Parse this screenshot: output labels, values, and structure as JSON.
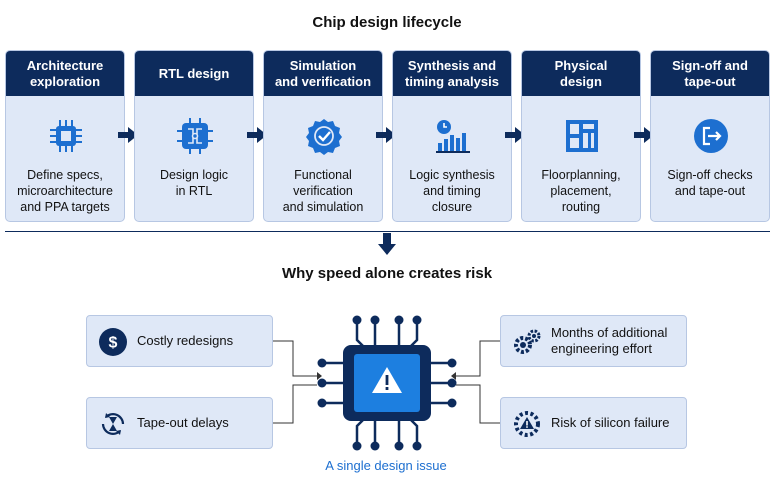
{
  "title": "Chip design lifecycle",
  "stages": [
    {
      "label": "Architecture\nexploration",
      "desc": "Define specs,\nmicroarchitecture\nand PPA targets",
      "icon": "chip-icon"
    },
    {
      "label": "RTL design",
      "desc": "Design logic\nin RTL",
      "icon": "circuit-chip-icon"
    },
    {
      "label": "Simulation\nand verification",
      "desc": "Functional\nverification\nand simulation",
      "icon": "check-badge-icon"
    },
    {
      "label": "Synthesis and\ntiming analysis",
      "desc": "Logic synthesis\nand timing\nclosure",
      "icon": "clock-bar-chart-icon"
    },
    {
      "label": "Physical\ndesign",
      "desc": "Floorplanning,\nplacement,\nrouting",
      "icon": "floorplan-icon"
    },
    {
      "label": "Sign-off and\ntape-out",
      "desc": "Sign-off checks\nand tape-out",
      "icon": "exit-arrow-icon"
    }
  ],
  "subtitle": "Why speed alone creates risk",
  "risks": {
    "costly": {
      "label": "Costly redesigns",
      "icon": "dollar-icon"
    },
    "delays": {
      "label": "Tape-out delays",
      "icon": "hourglass-cycle-icon"
    },
    "effort": {
      "label": "Months of additional\nengineering effort",
      "icon": "gears-icon"
    },
    "failure": {
      "label": "Risk of silicon failure",
      "icon": "warning-gear-icon"
    }
  },
  "center_caption": "A single design issue",
  "colors": {
    "navy": "#0d2b5c",
    "accent": "#1d6fd0",
    "panel": "#dfe8f7"
  }
}
